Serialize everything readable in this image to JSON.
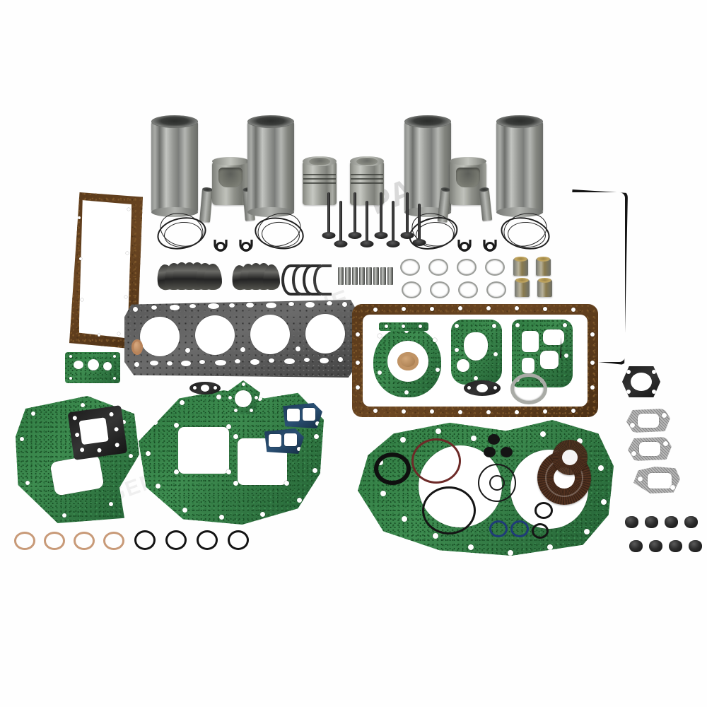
{
  "image": {
    "subject": "Diesel engine overhaul rebuild kit - full parts layout",
    "background_color": "#ffffff",
    "watermark_text": "PART",
    "watermark_text_2": "GENUINE"
  },
  "palette": {
    "steel": "#9a9c98",
    "dark_steel": "#6a6c68",
    "cork_brown": "#5b3a1b",
    "cork_green": "#2f7a41",
    "head_gasket_grey": "#595959",
    "navy_gasket": "#1d3a57",
    "copper": "#c89a78",
    "rubber_black": "#141414",
    "seal_brown": "#3b2317",
    "brass": "#8a7b4e"
  },
  "components": {
    "cylinder_liners": {
      "label": "Cylinder Liner / Sleeve",
      "count": 4
    },
    "pistons_open": {
      "label": "Piston (open skirt view)",
      "count": 2
    },
    "pistons_crown": {
      "label": "Piston with combustion bowl",
      "count": 2
    },
    "piston_pins": {
      "label": "Piston Pin / Gudgeon Pin",
      "count": 4
    },
    "piston_ring_sets": {
      "label": "Piston Ring Set",
      "count": 4
    },
    "circlips": {
      "label": "Piston Pin Circlip / Snap Ring",
      "count": 4
    },
    "main_bearings": {
      "label": "Main Bearing Shell Set",
      "count": 10
    },
    "rod_bearings": {
      "label": "Connecting Rod Bearing Set",
      "count": 8
    },
    "thrust_bearings": {
      "label": "Thrust Bearing Washer Half",
      "count": 4
    },
    "valves": {
      "label": "Intake / Exhaust Valve",
      "count": 8
    },
    "tappets": {
      "label": "Valve Tappet / Lifter",
      "count": 8
    },
    "thrust_washers": {
      "label": "Thrust Washer",
      "count": 8
    },
    "bushings": {
      "label": "Brass Lined Bushing",
      "count": 4
    },
    "valve_stem_seals": {
      "label": "Valve Stem Seal",
      "count": 8
    },
    "copper_washers": {
      "label": "Copper Sealing Washer",
      "count": 4
    },
    "black_orings": {
      "label": "Rubber O-Ring",
      "count": 4
    },
    "oil_seals": {
      "label": "Crankshaft Oil Seal",
      "count": 2
    },
    "head_gasket": {
      "label": "Cylinder Head Gasket",
      "bores": 4
    },
    "valve_cover_gasket": {
      "label": "Valve Cover Cork Gasket",
      "count": 1
    },
    "oil_pan_gasket": {
      "label": "Oil Pan Cork Gasket",
      "count": 1
    },
    "rubber_cover_gasket": {
      "label": "Rubber Valve Cover Seal",
      "count": 1
    },
    "timing_cover_gasket": {
      "label": "Timing Cover Gasket",
      "count": 2
    },
    "water_pump_gaskets": {
      "label": "Water Pump Gasket",
      "count": 3
    },
    "intake_gaskets": {
      "label": "Intake Manifold Gasket",
      "count": 2
    },
    "exhaust_gaskets": {
      "label": "Exhaust Manifold Gasket",
      "count": 4
    },
    "oil_cooler_gasket": {
      "label": "Oil Cooler / Filter Base Gasket",
      "count": 2
    },
    "thermostat_gasket": {
      "label": "Thermostat Housing Gasket",
      "count": 2
    }
  },
  "layout_rows": [
    {
      "name": "row-liners-pistons",
      "description": "Four cylinder liners alternating with four pistons across the top"
    },
    {
      "name": "row-valves-rings",
      "description": "Piston ring sets, circlips and eight valves"
    },
    {
      "name": "row-bearings",
      "description": "Bearing shells, tappets, thrust washers and bushings"
    },
    {
      "name": "row-head-gasket",
      "description": "Cylinder head gasket beside the brown oil pan gasket set"
    },
    {
      "name": "row-gasket-sets",
      "description": "Green timing cover gasket panels with O-rings and oil seals"
    },
    {
      "name": "row-small-seals",
      "description": "Copper washers, black O-rings and valve stem seals"
    }
  ]
}
